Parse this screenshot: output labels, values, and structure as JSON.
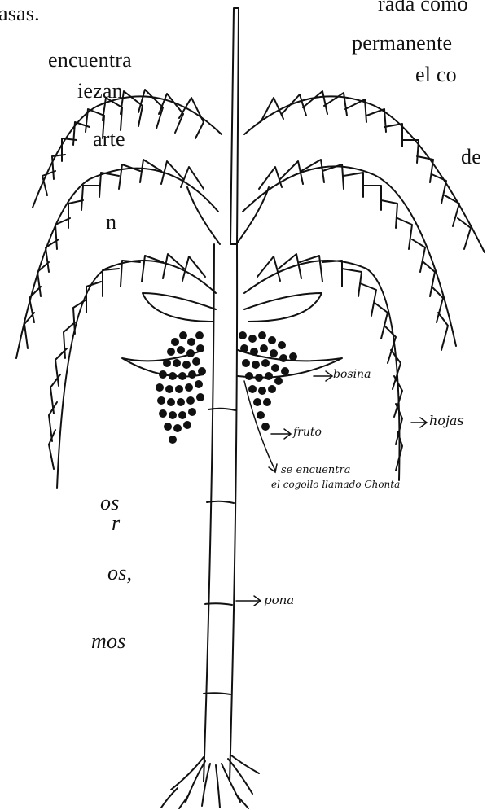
{
  "left_column_top": [
    "asas.",
    "encuentra",
    "iezan",
    "arte",
    "n"
  ],
  "right_column_top": [
    "rada como",
    "permanente",
    "el co",
    "de"
  ],
  "left_column_bottom": [
    "os",
    "r",
    "os,",
    "mos"
  ],
  "labels": {
    "bosina": "bosina",
    "fruto": "fruto",
    "hojas": "hojas",
    "cogollo_line1": "se encuentra",
    "cogollo_line2": "el cogollo llamado Chonta",
    "pona": "pona"
  },
  "colors": {
    "ink": "#111111",
    "paper": "#ffffff"
  }
}
